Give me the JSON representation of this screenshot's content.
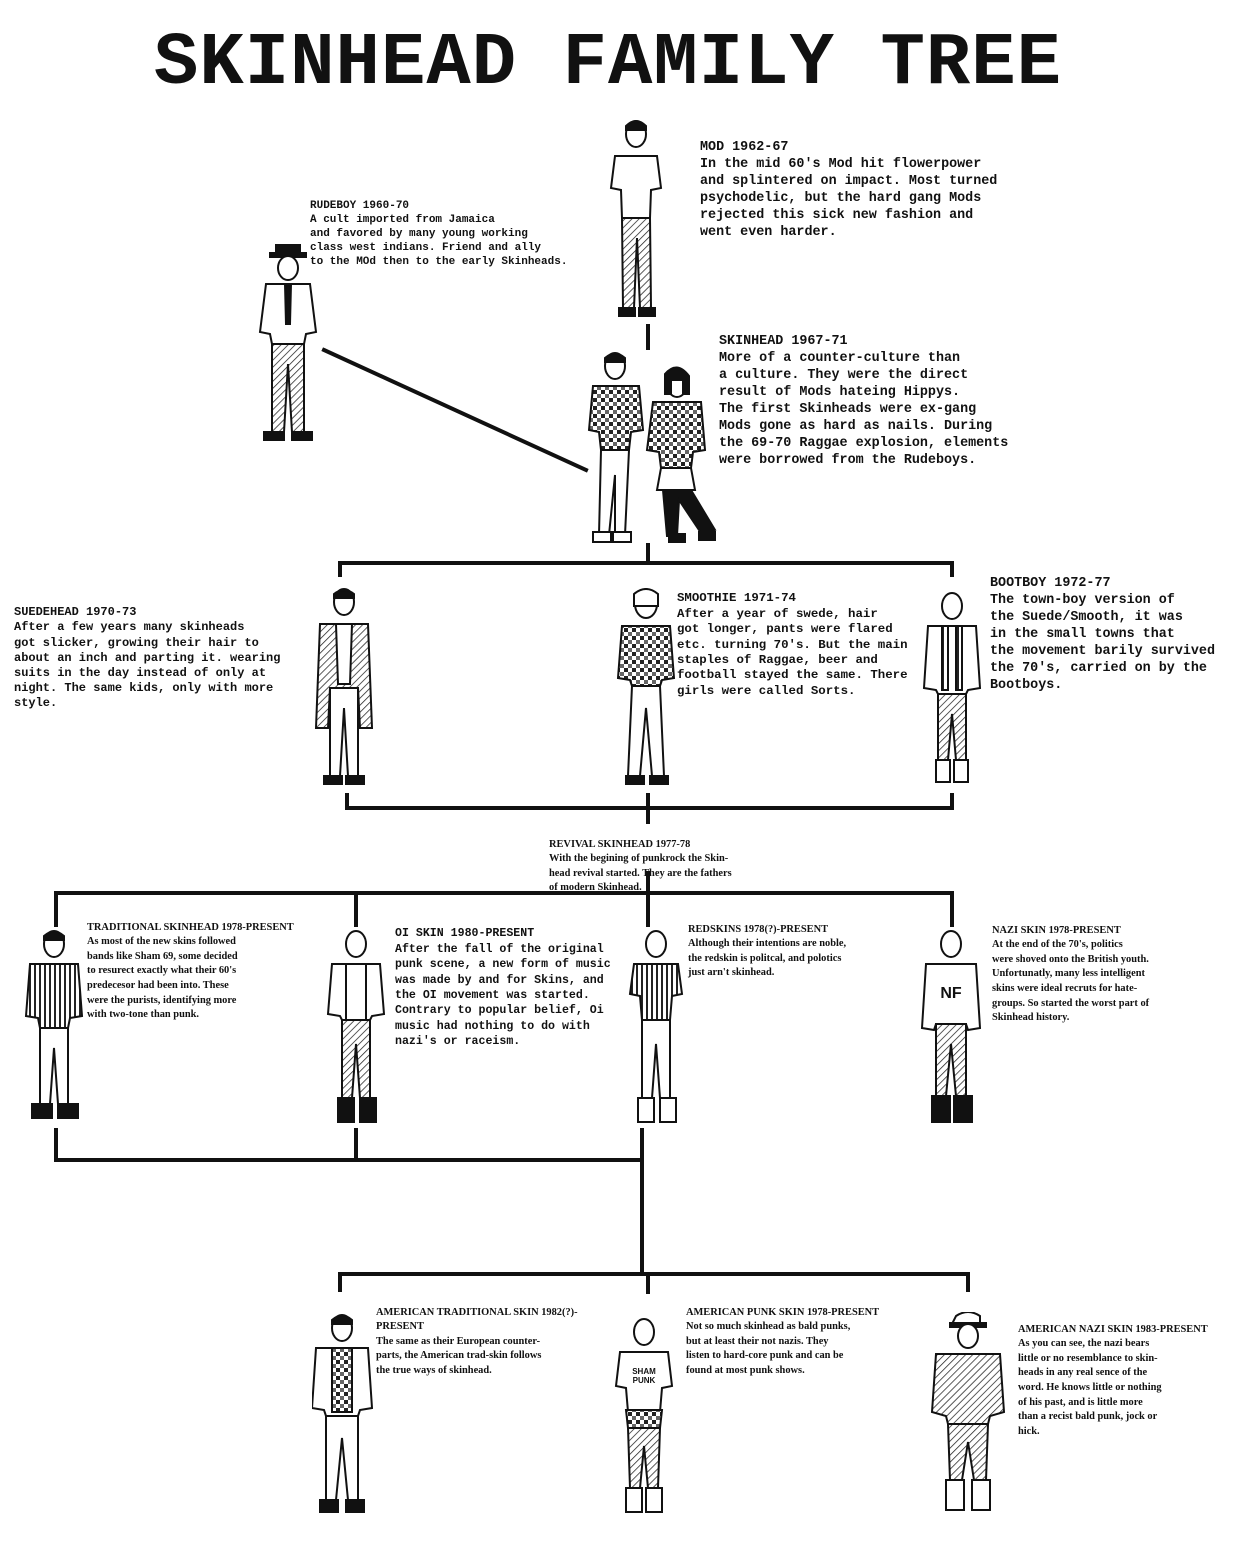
{
  "title": "SKINHEAD FAMILY TREE",
  "nodes": {
    "mod": {
      "heading": "MOD 1962-67",
      "body": "In the mid 60's Mod hit flowerpower\nand splintered on impact. Most turned\npsychodelic, but the hard gang Mods\nrejected this sick new fashion and\nwent even harder."
    },
    "rudeboy": {
      "heading": "RUDEBOY 1960-70",
      "body": "A cult imported from Jamaica\nand favored by many young working\nclass west indians. Friend and ally\nto the MOd then to the early Skinheads."
    },
    "skinhead": {
      "heading": "SKINHEAD 1967-71",
      "body": "More of a counter-culture than\na culture. They were the direct\nresult of Mods hateing Hippys.\nThe first Skinheads were ex-gang\nMods gone as hard as nails. During\nthe 69-70 Raggae explosion, elements\nwere borrowed from the Rudeboys."
    },
    "suedehead": {
      "heading": "SUEDEHEAD 1970-73",
      "body": "After a few years many skinheads\ngot slicker, growing their hair to\nabout an inch and parting it. wearing\nsuits in the day instead of only at\nnight. The same kids, only with more\nstyle."
    },
    "smoothie": {
      "heading": "SMOOTHIE 1971-74",
      "body": "After a year of swede, hair\ngot longer, pants were flared\netc. turning 70's. But the main\nstaples of Raggae, beer and\nfootball stayed the same. There\ngirls were called Sorts."
    },
    "bootboy": {
      "heading": "BOOTBOY 1972-77",
      "body": "The town-boy version of\nthe Suede/Smooth, it was\nin the small towns that\nthe movement barily survived\nthe 70's, carried on by the\nBootboys."
    },
    "revival": {
      "heading": "REVIVAL SKINHEAD 1977-78",
      "body": "With the begining of punkrock the Skin-\nhead revival started. They are the fathers\nof modern Skinhead."
    },
    "traditional": {
      "heading": "TRADITIONAL SKINHEAD 1978-PRESENT",
      "body": "As most of the new skins followed\nbands like Sham 69, some decided\nto resurect exactly what their 60's\npredecesor had been into. These\nwere the purists, identifying more\nwith two-tone than punk."
    },
    "oi": {
      "heading": "OI SKIN 1980-PRESENT",
      "body": "After the fall of the original\npunk scene, a new form of music\nwas made by and for Skins, and\nthe OI movement was started.\nContrary to popular belief, Oi\nmusic had nothing to do with\nnazi's or raceism."
    },
    "redskins": {
      "heading": "REDSKINS 1978(?)-PRESENT",
      "body": "Although their intentions are noble,\nthe redskin is politcal, and polotics\njust arn't skinhead."
    },
    "nazi": {
      "heading": "NAZI SKIN 1978-PRESENT",
      "body": "At the end of the 70's, politics\nwere shoved onto the British youth.\nUnfortunatly, many less intelligent\nskins were ideal recruts for hate-\ngroups. So started the worst part of\nSkinhead history."
    },
    "am_trad": {
      "heading": "AMERICAN TRADITIONAL SKIN 1982(?)-\nPRESENT",
      "body": "The same as their European counter-\nparts, the American trad-skin follows\nthe true ways of skinhead."
    },
    "am_punk": {
      "heading": "AMERICAN PUNK SKIN 1978-PRESENT",
      "body": "Not so much skinhead as bald punks,\nbut at least their not nazis. They\nlisten to hard-core punk and can be\nfound at most punk shows."
    },
    "am_nazi": {
      "heading": "AMERICAN NAZI SKIN 1983-PRESENT",
      "body": "As you can see, the nazi bears\nlittle or no resemblance to skin-\nheads in any real sence of the\nword. He knows little or nothing\nof his past, and is little more\nthan a recist bald punk, jock or\nhick."
    }
  },
  "shirt_print": {
    "nazi": "NF",
    "am_punk": "SHAM\nPUNK"
  },
  "colors": {
    "ink": "#111111",
    "background": "#ffffff"
  }
}
